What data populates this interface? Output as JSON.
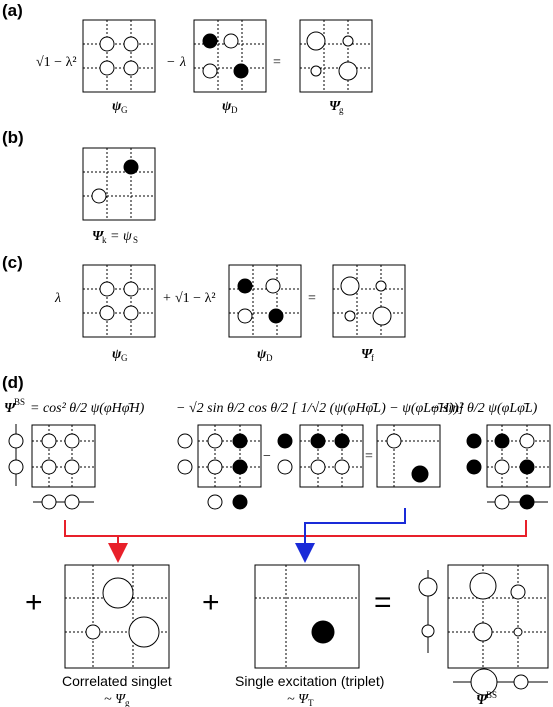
{
  "panels": [
    "(a)",
    "(b)",
    "(c)",
    "(d)"
  ],
  "a": {
    "coef1": "√1 − λ²",
    "minus": "−",
    "coef2": "λ",
    "equals": "=",
    "label_g": "ψ",
    "label_g_sub": "G",
    "label_d": "ψ",
    "label_d_sub": "D",
    "label_res": "Ψ",
    "label_res_sub": "g"
  },
  "b": {
    "label": "Ψ",
    "label_sub": "k",
    "eq": "= ψ",
    "eq_sub": "S"
  },
  "c": {
    "coef1": "λ",
    "plus": "+",
    "coef2": "√1 − λ²",
    "equals": "=",
    "label_g": "ψ",
    "label_g_sub": "G",
    "label_d": "ψ",
    "label_d_sub": "D",
    "label_res": "Ψ",
    "label_res_sub": "f"
  },
  "d": {
    "eq_lhs": "Ψ",
    "eq_lhs_sup": "BS",
    "term1": "= cos² θ/2 ψ(φHφ̄H)",
    "term2": "− √2 sin θ/2 cos θ/2 [ 1/√2 (ψ(φHφ̄L) − ψ(φLφ̄H))]",
    "term3": "− sin² θ/2 ψ(φLφ̄L)",
    "minus": "−",
    "equals": "=",
    "plus": "+",
    "caption_singlet": "Correlated singlet",
    "caption_singlet_sub": "~ Ψ",
    "caption_singlet_sub2": "g",
    "caption_triplet": "Single excitation (triplet)",
    "caption_triplet_sub": "~ Ψ",
    "caption_triplet_sub2": "T",
    "caption_bs": "Ψ",
    "caption_bs_sup": "BS"
  },
  "colors": {
    "red": "#e8202a",
    "blue": "#1a2bd8",
    "ink": "#000000"
  }
}
